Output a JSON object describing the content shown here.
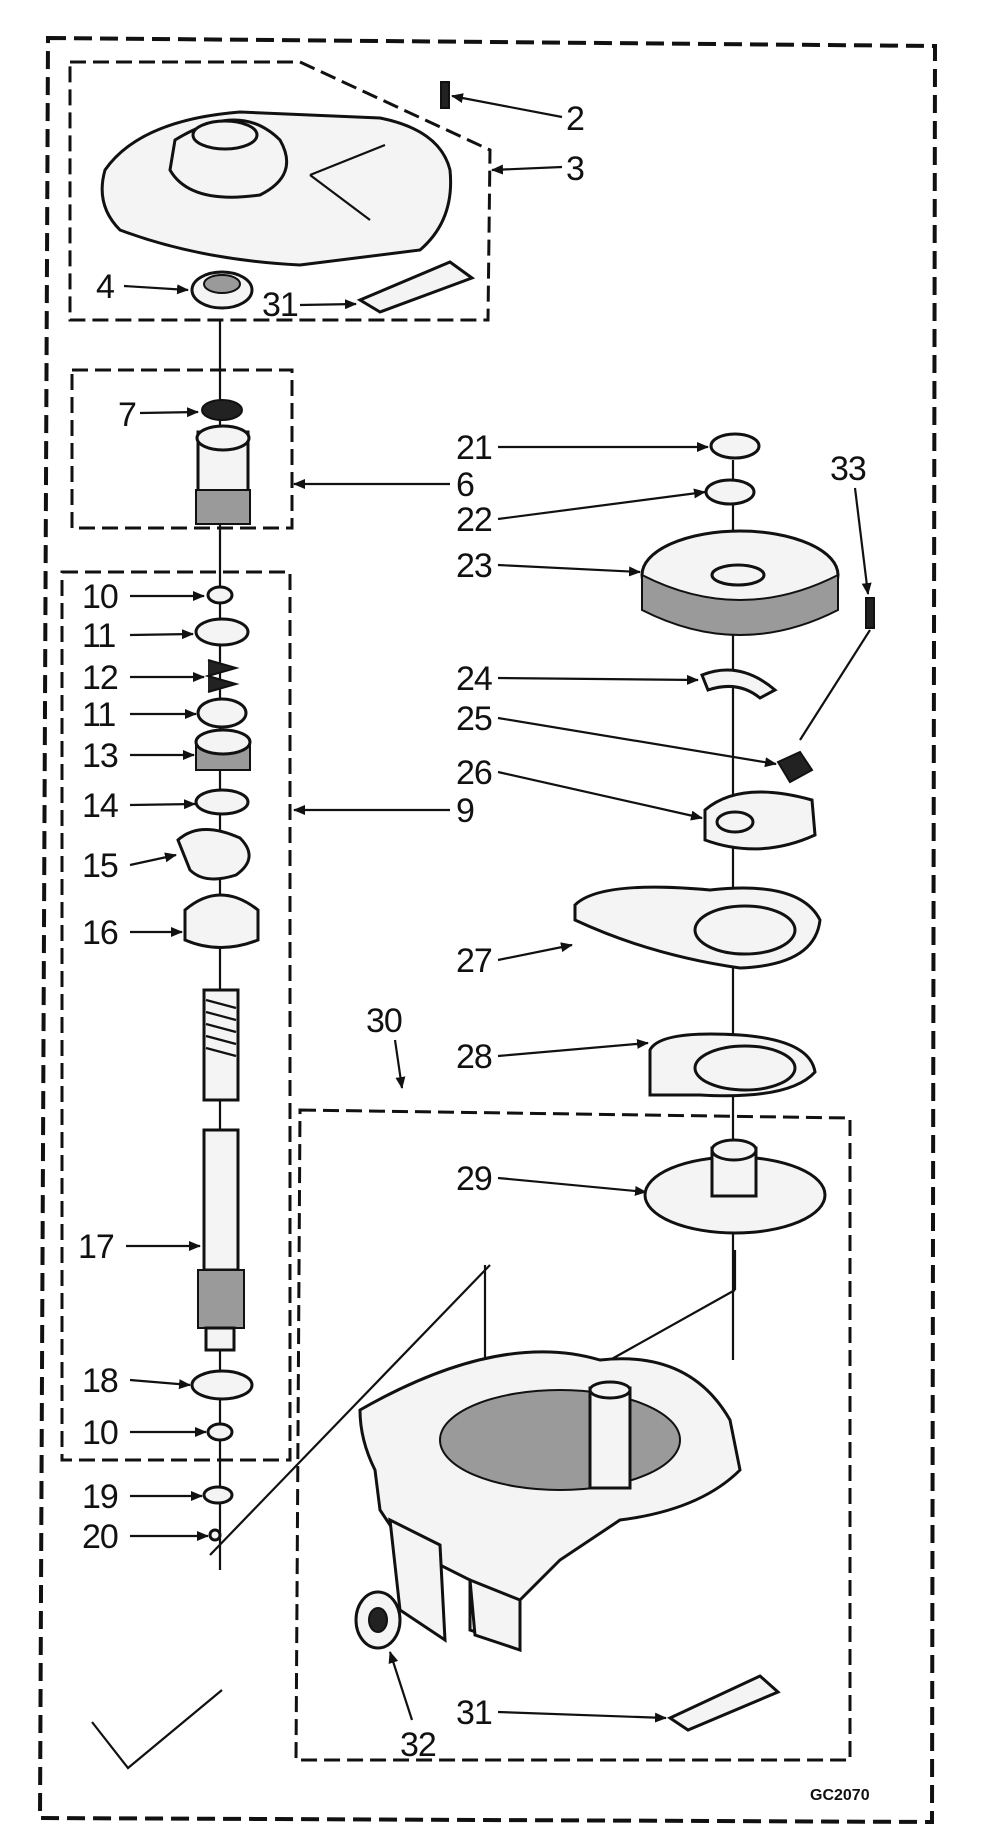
{
  "diagram_code": "GC2070",
  "callouts": [
    {
      "id": "c2",
      "text": "2"
    },
    {
      "id": "c3",
      "text": "3"
    },
    {
      "id": "c4",
      "text": "4"
    },
    {
      "id": "c31a",
      "text": "31"
    },
    {
      "id": "c7",
      "text": "7"
    },
    {
      "id": "c6",
      "text": "6"
    },
    {
      "id": "c10a",
      "text": "10"
    },
    {
      "id": "c11a",
      "text": "11"
    },
    {
      "id": "c12",
      "text": "12"
    },
    {
      "id": "c11b",
      "text": "11"
    },
    {
      "id": "c13",
      "text": "13"
    },
    {
      "id": "c14",
      "text": "14"
    },
    {
      "id": "c9",
      "text": "9"
    },
    {
      "id": "c15",
      "text": "15"
    },
    {
      "id": "c16",
      "text": "16"
    },
    {
      "id": "c17",
      "text": "17"
    },
    {
      "id": "c18",
      "text": "18"
    },
    {
      "id": "c10b",
      "text": "10"
    },
    {
      "id": "c19",
      "text": "19"
    },
    {
      "id": "c20",
      "text": "20"
    },
    {
      "id": "c21",
      "text": "21"
    },
    {
      "id": "c22",
      "text": "22"
    },
    {
      "id": "c23",
      "text": "23"
    },
    {
      "id": "c33",
      "text": "33"
    },
    {
      "id": "c24",
      "text": "24"
    },
    {
      "id": "c25",
      "text": "25"
    },
    {
      "id": "c26",
      "text": "26"
    },
    {
      "id": "c27",
      "text": "27"
    },
    {
      "id": "c30",
      "text": "30"
    },
    {
      "id": "c28",
      "text": "28"
    },
    {
      "id": "c29",
      "text": "29"
    },
    {
      "id": "c31b",
      "text": "31"
    },
    {
      "id": "c32",
      "text": "32"
    }
  ]
}
